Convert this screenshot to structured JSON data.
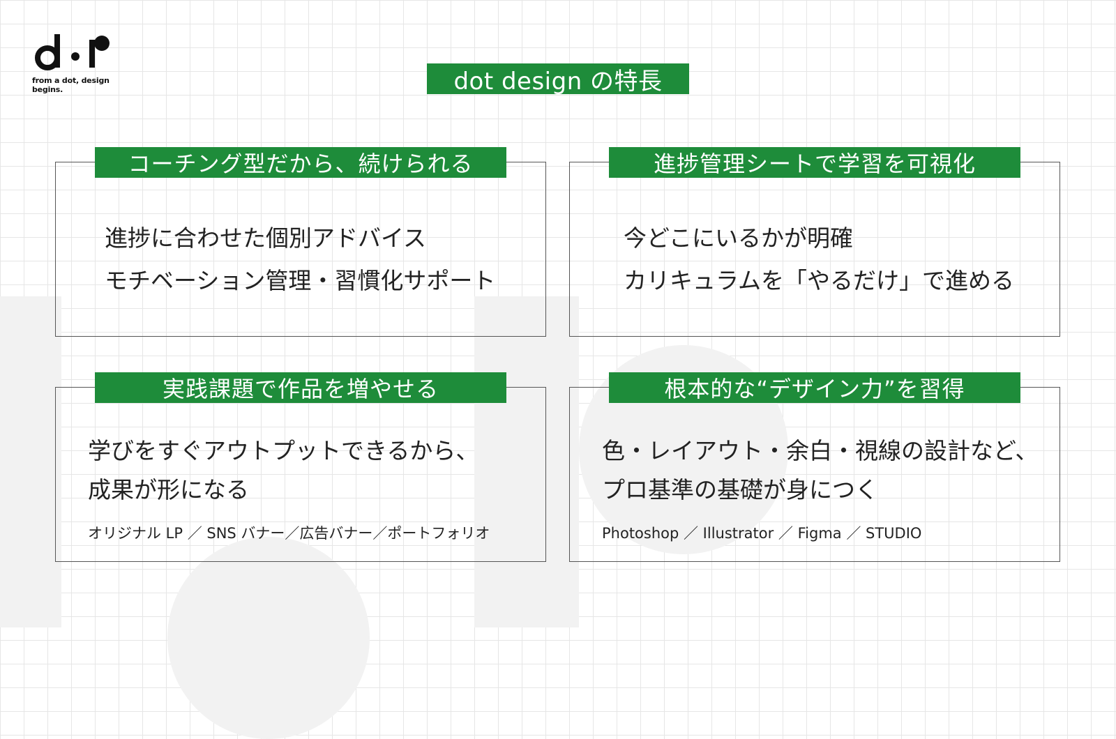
{
  "logo": {
    "tagline": "from a dot, design begins."
  },
  "title": "dot design の特長",
  "features": [
    {
      "label": "コーチング型だから、続けられる",
      "lines": [
        "進捗に合わせた個別アドバイス",
        "モチベーション管理・習慣化サポート"
      ]
    },
    {
      "label": "進捗管理シートで学習を可視化",
      "lines": [
        "今どこにいるかが明確",
        "カリキュラムを「やるだけ」で進める"
      ]
    },
    {
      "label": "実践課題で作品を増やせる",
      "lines": [
        "学びをすぐアウトプットできるから、",
        "成果が形になる"
      ],
      "sub": "オリジナル LP ／ SNS バナー／広告バナー／ポートフォリオ"
    },
    {
      "label": "根本的な“デザイン力”を習得",
      "lines": [
        "色・レイアウト・余白・視線の設計など、",
        "プロ基準の基礎が身につく"
      ],
      "sub": "Photoshop ／ Illustrator ／ Figma ／ STUDIO"
    }
  ],
  "colors": {
    "accent": "#1e8c3a",
    "border": "#555555",
    "grid": "#e6e6e6"
  }
}
